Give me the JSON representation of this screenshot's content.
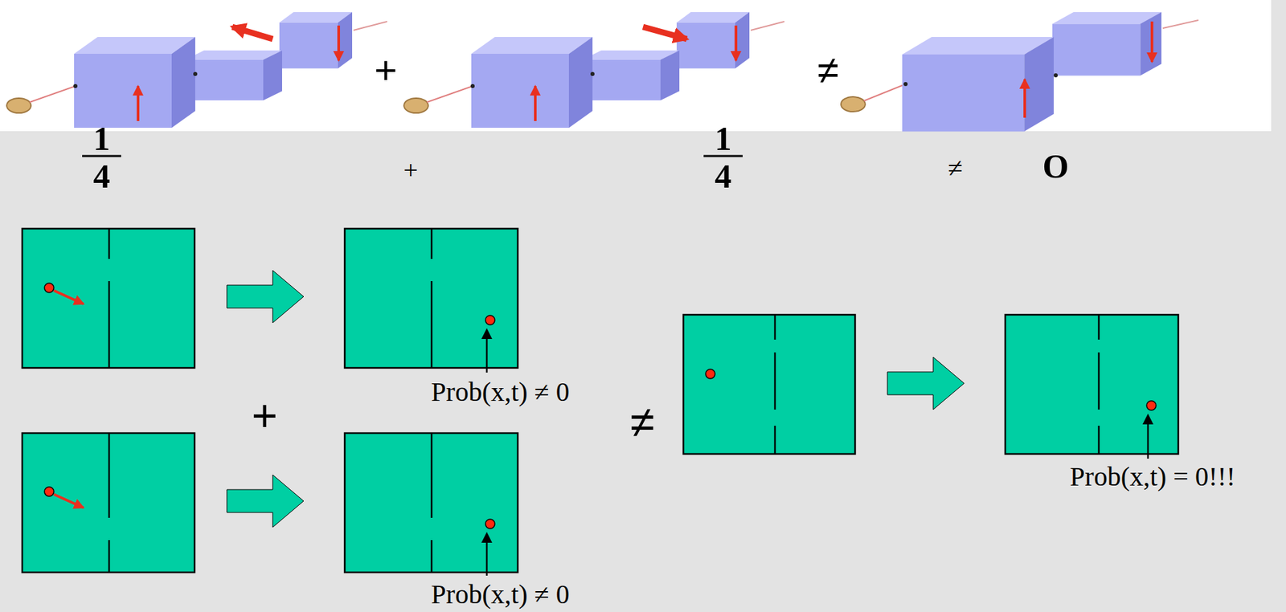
{
  "diagram": {
    "labels": [
      "+",
      "≠",
      "1",
      "4",
      "+",
      "1",
      "4",
      "≠",
      "O",
      "+",
      "≠",
      "Prob(x,t) ≠ 0",
      "Prob(x,t) ≠ 0",
      "Prob(x,t) = 0!!!"
    ]
  }
}
